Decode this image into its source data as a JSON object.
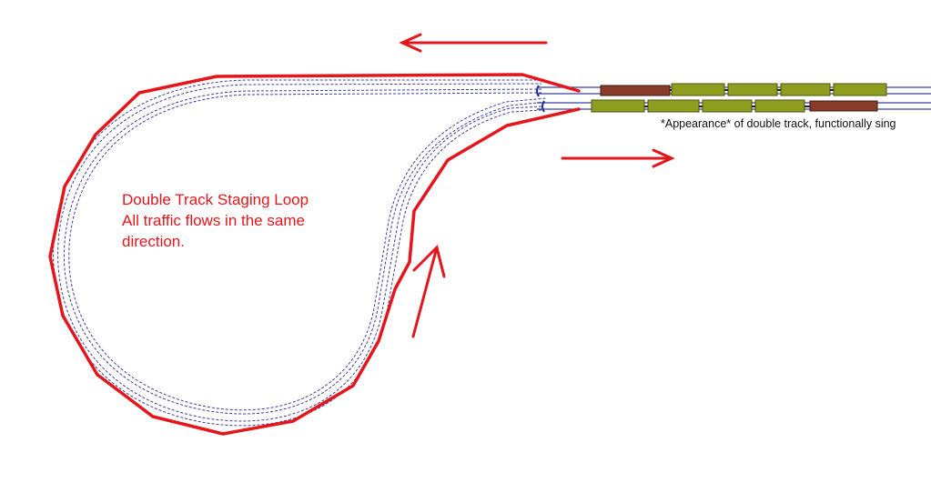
{
  "diagram": {
    "title_lines": [
      "Double Track Staging Loop",
      "All traffic flows in the same",
      "direction."
    ],
    "caption": "*Appearance* of double track, functionally sing",
    "colors": {
      "annotation": "#e4161b",
      "track": "#3a3fa0",
      "tie": "#9aa0c0",
      "car_green": "#8f9d1e",
      "car_brown": "#8a3c2a",
      "caption_text": "#111111"
    }
  }
}
